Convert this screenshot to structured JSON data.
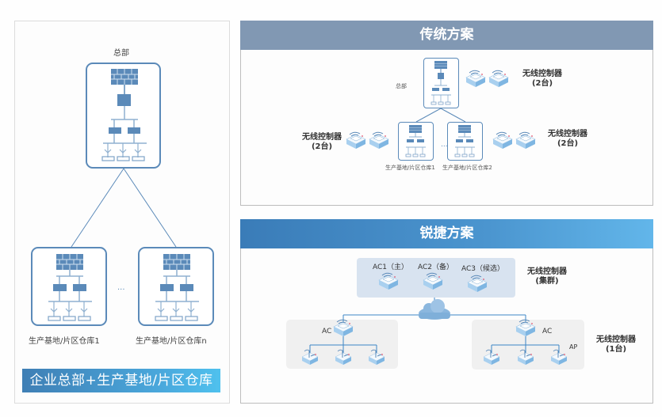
{
  "left_panel": {
    "hq_label": "总部",
    "site1_label": "生产基地/片区仓库1",
    "siten_label": "生产基地/片区仓库n",
    "ellipsis": "...",
    "banner": "企业总部+生产基地/片区仓库"
  },
  "traditional": {
    "title": "传统方案",
    "hq_label": "总部",
    "site1_label": "生产基地/片区仓库1",
    "site2_label": "生产基地/片区仓库2",
    "ellipsis": "...",
    "controllers": [
      {
        "name": "无线控制器",
        "count": "(2台)"
      },
      {
        "name": "无线控制器",
        "count": "(2台)"
      },
      {
        "name": "无线控制器",
        "count": "(2台)"
      }
    ]
  },
  "ruijie": {
    "title": "锐捷方案",
    "cluster_acs": [
      "AC1（主）",
      "AC2（备）",
      "AC3（候选）"
    ],
    "cluster_label": {
      "name": "无线控制器",
      "count": "(集群)"
    },
    "left_ac_label": "AC",
    "right_ac_label": "AC",
    "ap_label": "AP",
    "right_controller": {
      "name": "无线控制器",
      "count": "(1台)"
    }
  },
  "colors": {
    "traditional_header": "#8198b3",
    "ruijie_header": "#3a7cb8",
    "device_blue": "#5b8ab9",
    "banner_blue": "#3f7fb5"
  }
}
